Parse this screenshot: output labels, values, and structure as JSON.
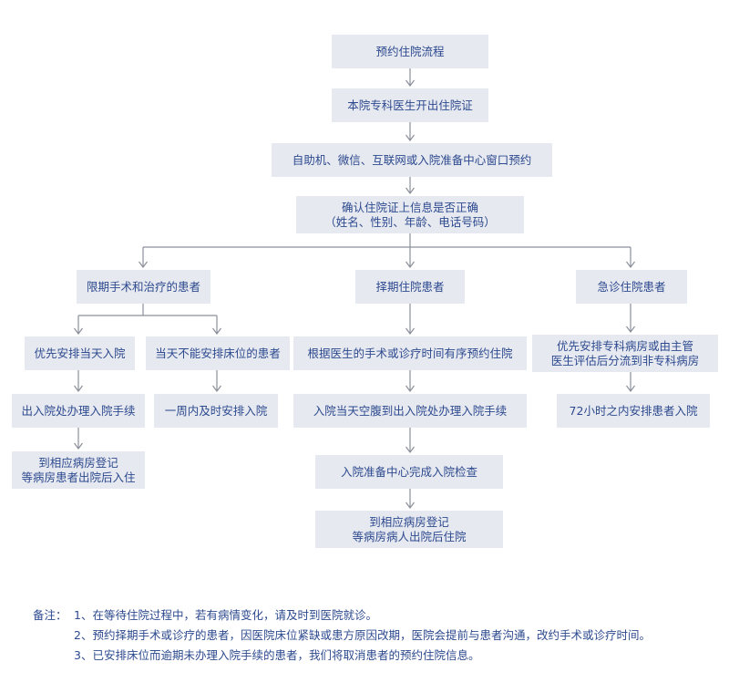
{
  "title": "预约住院流程",
  "steps": {
    "s1": "本院专科医生开出住院证",
    "s2": "自助机、微信、互联网或入院准备中心窗口预约",
    "s3_line1": "确认住院证上信息是否正确",
    "s3_line2": "（姓名、性别、年龄、电话号码）"
  },
  "branches": {
    "limited": {
      "label": "限期手术和治疗的患者",
      "sub_a": {
        "label": "优先安排当天入院",
        "next": "出入院处办理入院手续",
        "final_line1": "到相应病房登记",
        "final_line2": "等病房患者出院后入住"
      },
      "sub_b": {
        "label": "当天不能安排床位的患者",
        "next": "一周内及时安排入院"
      }
    },
    "elective": {
      "label": "择期住院患者",
      "step1": "根据医生的手术或诊疗时间有序预约住院",
      "step2": "入院当天空腹到出入院处办理入院手续",
      "step3": "入院准备中心完成入院检查",
      "final_line1": "到相应病房登记",
      "final_line2": "等病房病人出院后住院"
    },
    "emergency": {
      "label": "急诊住院患者",
      "step1_line1": "优先安排专科病房或由主管",
      "step1_line2": "医生评估后分流到非专科病房",
      "step2": "72小时之内安排患者入院"
    }
  },
  "notes": {
    "prefix": "备注：",
    "items": [
      "1、在等待住院过程中，若有病情变化，请及时到医院就诊。",
      "2、预约择期手术或诊疗的患者，因医院床位紧缺或患方原因改期，医院会提前与患者沟通，改约手术或诊疗时间。",
      "3、已安排床位而逾期未办理入院手续的患者，我们将取消患者的预约住院信息。"
    ]
  },
  "colors": {
    "box_fill": "#e7e9f0",
    "text": "#2d4a8f",
    "connector": "#8a8f99"
  }
}
